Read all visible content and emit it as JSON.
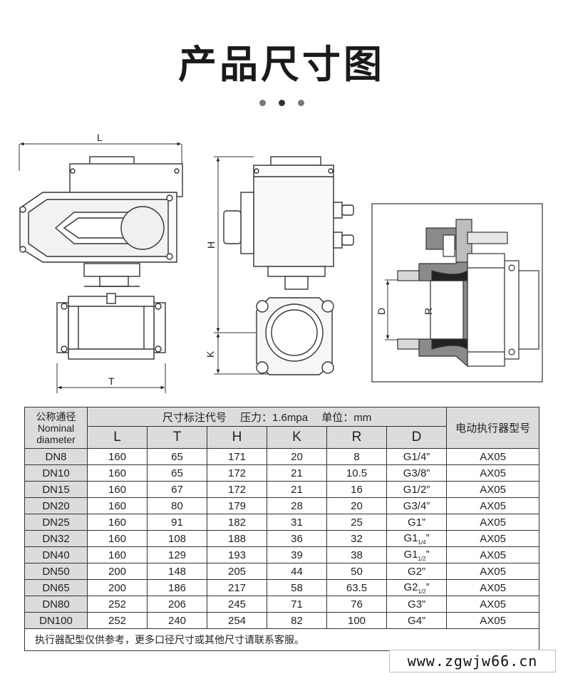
{
  "page": {
    "title": "产品尺寸图",
    "dot_colors": [
      "#777777",
      "#333333",
      "#777777"
    ]
  },
  "drawings": {
    "front_labels": {
      "length": "L",
      "body_length": "T"
    },
    "side_labels": {
      "height": "H",
      "k": "K"
    },
    "section_labels": {
      "d": "D",
      "r": "R"
    }
  },
  "table": {
    "first_header": {
      "line1": "公称通径",
      "line2": "Nominal",
      "line3": "diameter"
    },
    "spec_header": "尺寸标注代号　 压力：1.6mpa　 单位：mm",
    "model_header": "电动执行器型号",
    "columns": [
      "L",
      "T",
      "H",
      "K",
      "R",
      "D"
    ],
    "rows": [
      {
        "dn": "DN8",
        "L": "160",
        "T": "65",
        "H": "171",
        "K": "20",
        "R": "8",
        "D": "G1/4”",
        "D_sub": "",
        "model": "AX05"
      },
      {
        "dn": "DN10",
        "L": "160",
        "T": "65",
        "H": "172",
        "K": "21",
        "R": "10.5",
        "D": "G3/8”",
        "D_sub": "",
        "model": "AX05"
      },
      {
        "dn": "DN15",
        "L": "160",
        "T": "67",
        "H": "172",
        "K": "21",
        "R": "16",
        "D": "G1/2”",
        "D_sub": "",
        "model": "AX05"
      },
      {
        "dn": "DN20",
        "L": "160",
        "T": "80",
        "H": "179",
        "K": "28",
        "R": "20",
        "D": "G3/4”",
        "D_sub": "",
        "model": "AX05"
      },
      {
        "dn": "DN25",
        "L": "160",
        "T": "91",
        "H": "182",
        "K": "31",
        "R": "25",
        "D": "G1”",
        "D_sub": "",
        "model": "AX05"
      },
      {
        "dn": "DN32",
        "L": "160",
        "T": "108",
        "H": "188",
        "K": "36",
        "R": "32",
        "D": "G1",
        "D_sub": "1/4",
        "D_post": "”",
        "model": "AX05"
      },
      {
        "dn": "DN40",
        "L": "160",
        "T": "129",
        "H": "193",
        "K": "39",
        "R": "38",
        "D": "G1",
        "D_sub": "1/2",
        "D_post": "”",
        "model": "AX05"
      },
      {
        "dn": "DN50",
        "L": "200",
        "T": "148",
        "H": "205",
        "K": "44",
        "R": "50",
        "D": "G2”",
        "D_sub": "",
        "model": "AX05"
      },
      {
        "dn": "DN65",
        "L": "200",
        "T": "186",
        "H": "217",
        "K": "58",
        "R": "63.5",
        "D": "G2",
        "D_sub": "1/2",
        "D_post": "”",
        "model": "AX05"
      },
      {
        "dn": "DN80",
        "L": "252",
        "T": "206",
        "H": "245",
        "K": "71",
        "R": "76",
        "D": "G3”",
        "D_sub": "",
        "model": "AX05"
      },
      {
        "dn": "DN100",
        "L": "252",
        "T": "240",
        "H": "254",
        "K": "82",
        "R": "100",
        "D": "G4”",
        "D_sub": "",
        "model": "AX05"
      }
    ],
    "note": "执行器配型仅供参考，更多口径尺寸或其他尺寸请联系客服。"
  },
  "watermark": "www.zgwjw66.cn"
}
